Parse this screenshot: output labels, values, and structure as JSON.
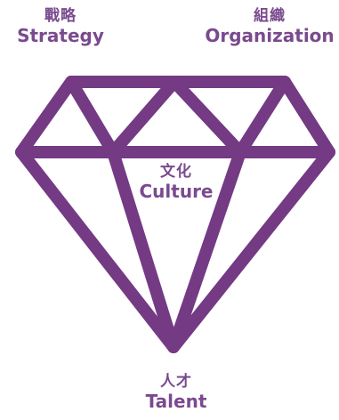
{
  "colors": {
    "purple": "#743a84",
    "label_purple": "#7a4a8e"
  },
  "labels": {
    "strategy": {
      "zh": "戰略",
      "en": "Strategy"
    },
    "organization": {
      "zh": "組織",
      "en": "Organization"
    },
    "culture": {
      "zh": "文化",
      "en": "Culture"
    },
    "talent": {
      "zh": "人才",
      "en": "Talent"
    }
  }
}
